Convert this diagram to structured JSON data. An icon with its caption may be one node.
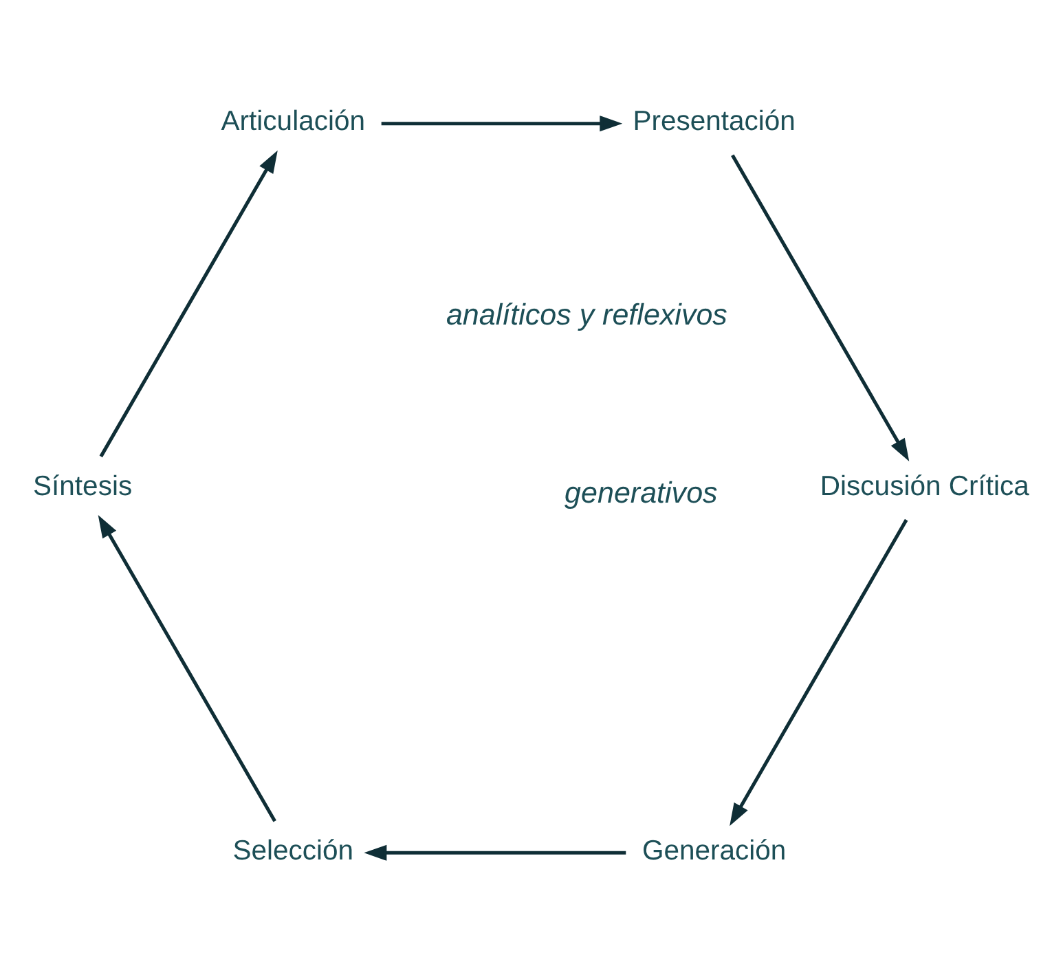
{
  "diagram": {
    "nodes": [
      {
        "text": [
          "Generación"
        ]
      },
      {
        "text": [
          "Selección"
        ]
      },
      {
        "text": [
          "Síntesis"
        ]
      },
      {
        "text": [
          "Articulación"
        ]
      },
      {
        "text": [
          "Presentación"
        ]
      },
      {
        "text": [
          "Discusión Crítica"
        ]
      }
    ],
    "edges": [
      {
        "from": 0,
        "to": 1,
        "arrow": "to"
      },
      {
        "from": 1,
        "to": 2,
        "arrow": "to"
      },
      {
        "from": 2,
        "to": 3,
        "arrow": "to"
      },
      {
        "from": 3,
        "to": 4,
        "arrow": "to"
      },
      {
        "from": 4,
        "to": 5,
        "arrow": "to"
      },
      {
        "from": 5,
        "to": 0,
        "arrow": "to"
      }
    ],
    "labels": [
      "generativos",
      "analíticos y reflexivos"
    ]
  }
}
